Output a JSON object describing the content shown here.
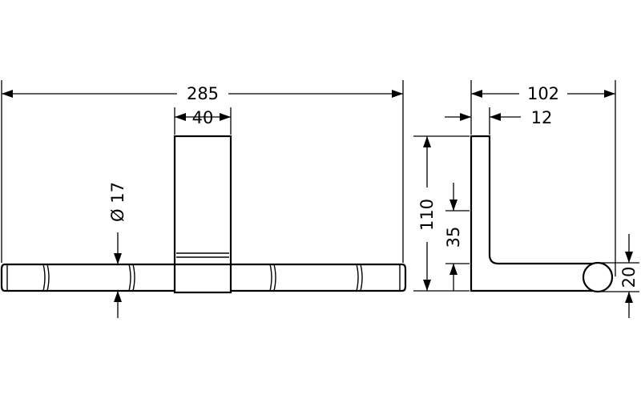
{
  "dimensions": {
    "overall_width": "285",
    "bracket_width": "40",
    "rod_diameter": "Ø 17",
    "depth": "102",
    "wall_thickness": "12",
    "height": "110",
    "arm_offset": "35",
    "rod_height": "20"
  }
}
